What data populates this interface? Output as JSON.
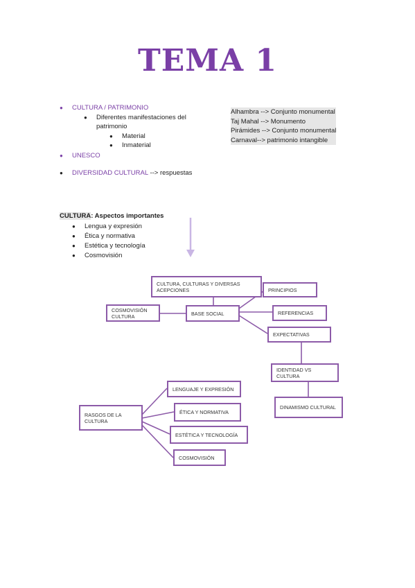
{
  "title": "TEMA 1",
  "list1": {
    "item1": "CULTURA / PATRIMONIO",
    "item1_sub1_line1": "Diferentes manifestaciones del",
    "item1_sub1_line2": "patrimonio",
    "item1_sub_sub1": "Material",
    "item1_sub_sub2": "Inmaterial",
    "item2": "UNESCO",
    "item3": "DIVERSIDAD CULTURAL",
    "item3_suffix": " --> respuestas"
  },
  "examples": [
    "Alhambra --> Conjunto monumental",
    "Taj Mahal --> Monumento",
    "Pirámides --> Conjunto monumental",
    "Carnaval--> patrimonio intangible"
  ],
  "cultura": {
    "heading_bold": "CULTURA",
    "heading_rest": ": Aspectos importantes",
    "items": [
      "Lengua y expresión",
      "Ética y normativa",
      "Estética y tecnología",
      "Cosmovisión"
    ]
  },
  "diagram1": {
    "acepciones": "Cultura, culturas y diversas acepciones",
    "cosmovision": "Cosmovisión cultura",
    "base_social": "Base social",
    "principios": "Principios",
    "referencias": "Referencias",
    "expectativas": "Expectativas",
    "identidad": "Identidad vs cultura",
    "dinamismo": "Dinamismo cultural"
  },
  "diagram2": {
    "rasgos": "Rasgos de la cultura",
    "lenguaje": "Lenguaje y expresión",
    "etica": "Ética y normativa",
    "estetica": "Estética y tecnología",
    "cosmovision": "Cosmovisión"
  },
  "colors": {
    "accent": "#7a3fa6",
    "box_border": "#8c5aa8",
    "arrow": "#c9b6e4"
  }
}
